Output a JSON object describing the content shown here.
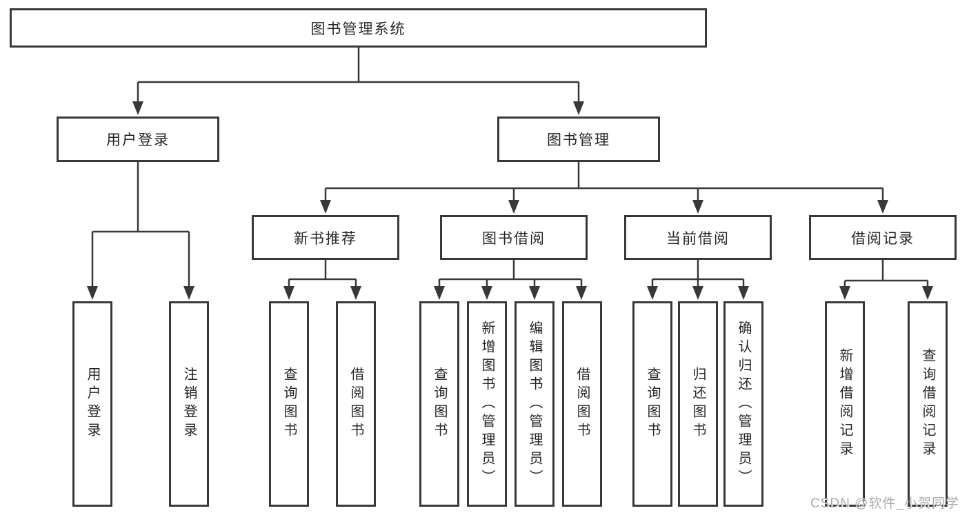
{
  "tree": {
    "label": "图书管理系统",
    "children": [
      {
        "label": "用户登录",
        "children": [
          {
            "label": "用户登录"
          },
          {
            "label": "注销登录"
          }
        ]
      },
      {
        "label": "图书管理",
        "children": [
          {
            "label": "新书推荐",
            "children": [
              {
                "label": "查询图书"
              },
              {
                "label": "借阅图书"
              }
            ]
          },
          {
            "label": "图书借阅",
            "children": [
              {
                "label": "查询图书"
              },
              {
                "label": "新增图书（管理员）"
              },
              {
                "label": "编辑图书（管理员）"
              },
              {
                "label": "借阅图书"
              }
            ]
          },
          {
            "label": "当前借阅",
            "children": [
              {
                "label": "查询图书"
              },
              {
                "label": "归还图书"
              },
              {
                "label": "确认归还（管理员）"
              }
            ]
          },
          {
            "label": "借阅记录",
            "children": [
              {
                "label": "新增借阅记录"
              },
              {
                "label": "查询借阅记录"
              }
            ]
          }
        ]
      }
    ]
  },
  "watermark": {
    "text": "CSDN @软件_小贺同学"
  },
  "colors": {
    "line": "#383838",
    "text": "#262626",
    "background": "#ffffff",
    "watermark": "#ababab"
  }
}
